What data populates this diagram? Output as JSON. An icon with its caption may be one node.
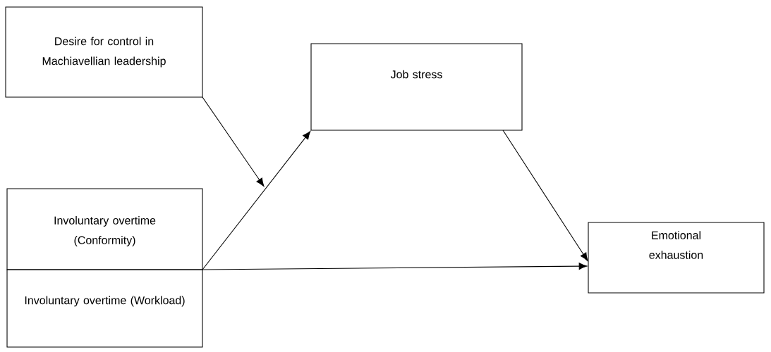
{
  "diagram": {
    "nodes": [
      {
        "text": [
          "Desire for control in Machiavellian leadership"
        ]
      },
      {
        "text": [
          "Job stress"
        ]
      },
      {
        "text": [
          "Involuntary overtime (Conformity)"
        ]
      },
      {
        "text": [
          "Involuntary overtime (Workload)"
        ]
      },
      {
        "text": [
          "Emotional exhaustion"
        ]
      }
    ],
    "edges": [
      {
        "from": 0,
        "to": null,
        "arrow": "to"
      },
      {
        "from": 2,
        "to": 1,
        "arrow": "to"
      },
      {
        "from": 3,
        "to": 4,
        "arrow": "to"
      },
      {
        "from": 1,
        "to": 4,
        "arrow": "to"
      }
    ]
  }
}
